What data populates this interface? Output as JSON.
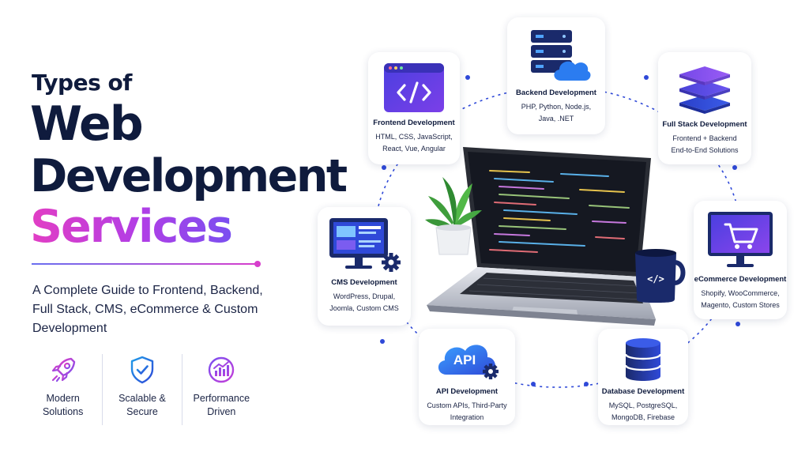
{
  "hero": {
    "line1": "Types of",
    "line2": "Web",
    "line3": "Development",
    "line4": "Services",
    "subtitle": "A Complete Guide to Frontend, Backend, Full Stack, CMS, eCommerce & Custom Development"
  },
  "features": [
    {
      "icon": "rocket-icon",
      "label": "Modern Solutions"
    },
    {
      "icon": "shield-check-icon",
      "label": "Scalable & Secure"
    },
    {
      "icon": "performance-chart-icon",
      "label": "Performance Driven"
    }
  ],
  "services": {
    "frontend": {
      "icon": "code-window-icon",
      "title": "Frontend Development",
      "desc": "HTML, CSS, JavaScript, React, Vue, Angular"
    },
    "backend": {
      "icon": "server-cloud-icon",
      "title": "Backend Development",
      "desc": "PHP, Python, Node.js, Java, .NET"
    },
    "fullstack": {
      "icon": "layers-stack-icon",
      "title": "Full Stack Development",
      "desc": "Frontend + Backend End-to-End Solutions"
    },
    "cms": {
      "icon": "cms-monitor-icon",
      "title": "CMS Development",
      "desc": "WordPress, Drupal, Joomla, Custom CMS"
    },
    "ecommerce": {
      "icon": "shopping-cart-icon",
      "title": "eCommerce Development",
      "desc": "Shopify, WooCommerce, Magento, Custom Stores"
    },
    "api": {
      "icon": "api-cloud-gear-icon",
      "title": "API Development",
      "desc": "Custom APIs, Third-Party Integration",
      "badge": "API"
    },
    "database": {
      "icon": "database-icon",
      "title": "Database Development",
      "desc": "MySQL, PostgreSQL, MongoDB, Firebase"
    }
  },
  "mug": {
    "label": "</>"
  },
  "colors": {
    "navy": "#0f1b3d",
    "accent_blue": "#2f49d8",
    "pink": "#e23ec4",
    "purple": "#7a4ff0"
  }
}
